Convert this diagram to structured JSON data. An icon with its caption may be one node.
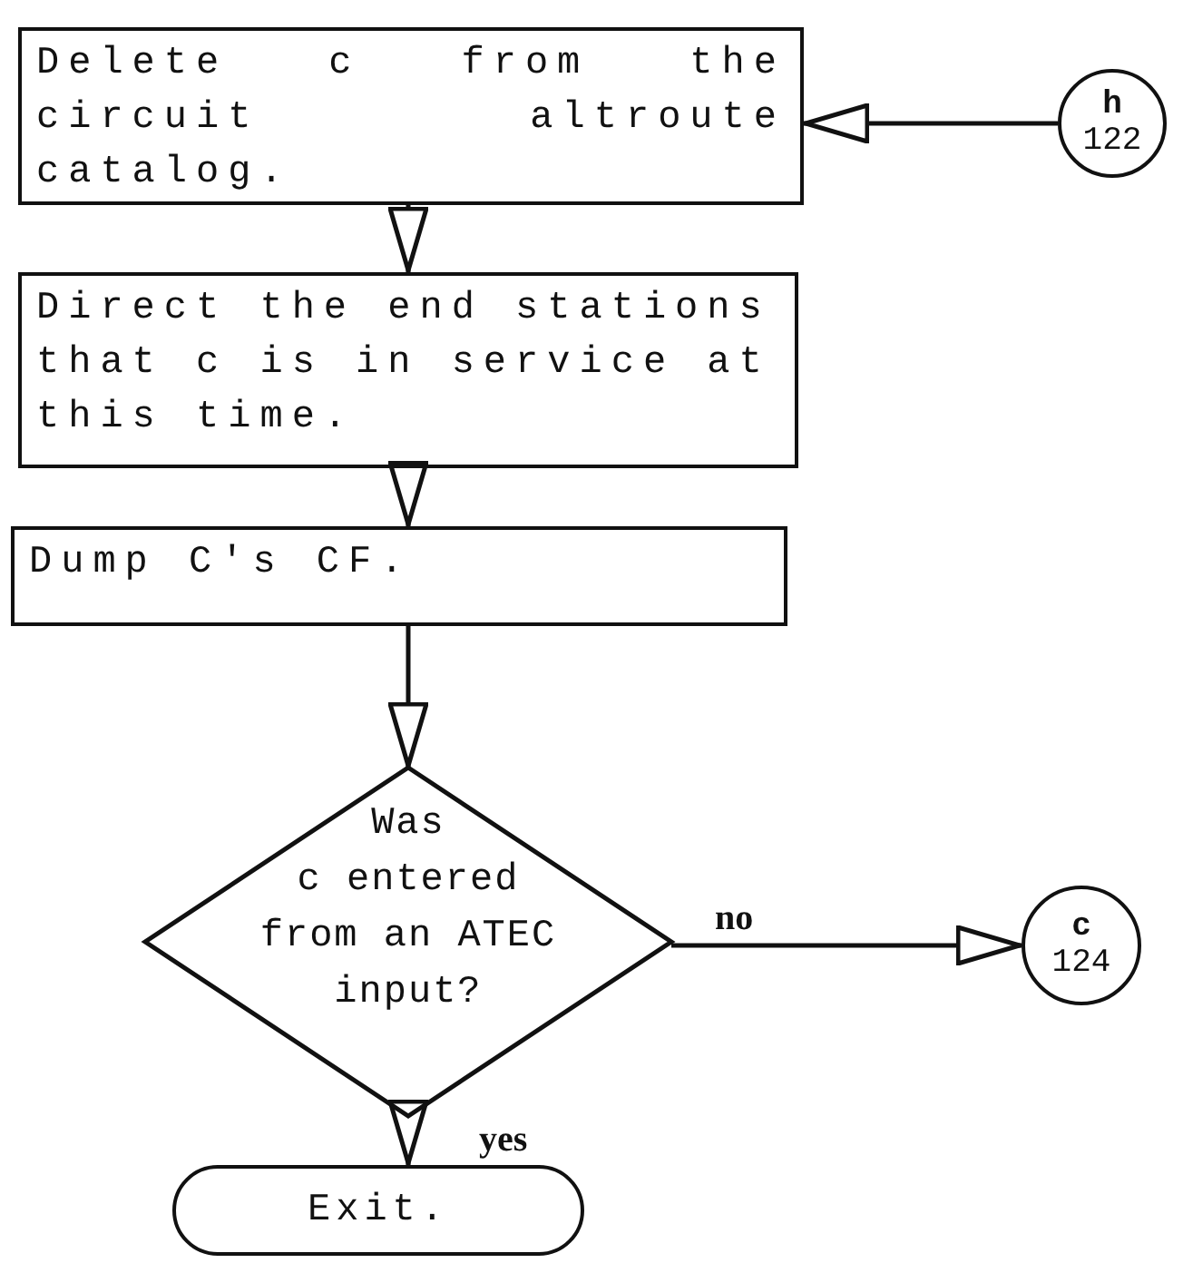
{
  "diagram": {
    "nodes": [
      {
        "text": [
          "Delete c from the circuit altroute catalog."
        ]
      },
      {
        "text": [
          "h",
          "122"
        ]
      },
      {
        "text": [
          "Direct the end stations that c is in service at this time."
        ]
      },
      {
        "text": [
          "Dump C's CF."
        ]
      },
      {
        "text": [
          "Was c entered from an ATEC input?"
        ]
      },
      {
        "text": [
          "c",
          "124"
        ]
      },
      {
        "text": [
          "Exit."
        ]
      }
    ],
    "edges": [
      {
        "from": 1,
        "to": 0,
        "arrow": "to"
      },
      {
        "from": 0,
        "to": 2,
        "arrow": "to"
      },
      {
        "from": 2,
        "to": 3,
        "arrow": "to"
      },
      {
        "from": 3,
        "to": 4,
        "arrow": "to"
      },
      {
        "from": 4,
        "to": 5,
        "arrow": "to",
        "label": "no"
      },
      {
        "from": 4,
        "to": 6,
        "arrow": "to",
        "label": "yes"
      }
    ]
  }
}
